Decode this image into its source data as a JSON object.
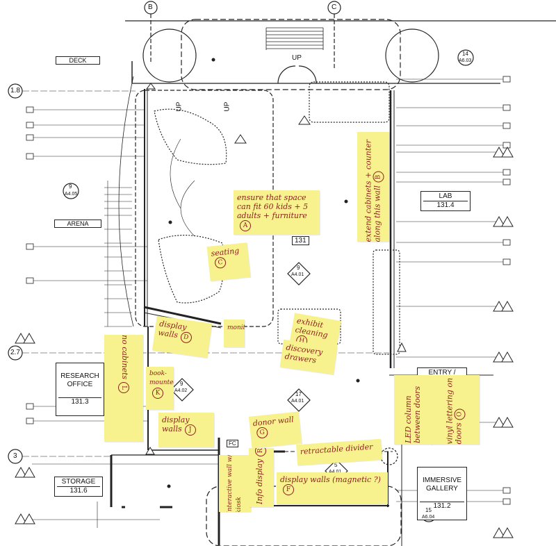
{
  "labels": {
    "deck": "DECK",
    "up_main": "UP",
    "up_left": "UP",
    "up_right": "UP",
    "arena": "ARENA",
    "room_131": "131",
    "grid_b": "B",
    "grid_c": "C",
    "grid_18": "1.8",
    "grid_27": "2.7",
    "grid_3": "3",
    "fc": "FC"
  },
  "room_tags": {
    "lab": {
      "name": "LAB",
      "number": "131.4"
    },
    "research": {
      "name": "RESEARCH\nOFFICE",
      "number": "131.3"
    },
    "storage": {
      "name": "STORAGE",
      "number": "131.6"
    },
    "immersive": {
      "name": "IMMERSIVE\nGALLERY",
      "number": "131.2"
    },
    "entry": {
      "name": "ENTRY /",
      "number": ""
    }
  },
  "elevation_refs": {
    "a_9_a405": {
      "top": "9",
      "bottom": "A4.05"
    },
    "a_14_a603": {
      "top": "14",
      "bottom": "A6.03"
    },
    "a_15_a604": {
      "top": "15",
      "bottom": "A6.04"
    },
    "sec_9_a401": {
      "top": "9",
      "bottom": "A4.01"
    },
    "sec_9_a402": {
      "top": "9",
      "bottom": "A4.02"
    },
    "sec_17_a401": {
      "top": "17",
      "bottom": "A4.01"
    },
    "sec_5_a401": {
      "top": "5",
      "bottom": "A4.01"
    }
  },
  "notes": {
    "a": {
      "text": "ensure that space can fit 60 kids + 5 adults + furniture",
      "letter": "A"
    },
    "b": {
      "text": "extend cabinets + counter along this wall",
      "letter": "B"
    },
    "c": {
      "text": "seating",
      "letter": "C"
    },
    "d": {
      "text": "display walls",
      "letter": "D"
    },
    "e": {
      "text": "monitor",
      "letter": ""
    },
    "h": {
      "text": "exhibit cleaning",
      "letter": "H"
    },
    "i": {
      "text": "discovery drawers",
      "letter": ""
    },
    "l": {
      "text": "no cabinets",
      "letter": "L"
    },
    "k": {
      "text": "book-mounted",
      "letter": "K"
    },
    "j": {
      "text": "display walls",
      "letter": "J"
    },
    "g": {
      "text": "donor wall",
      "letter": "G"
    },
    "retract": {
      "text": "retractable divider",
      "letter": ""
    },
    "n": {
      "text": "LED column between doors",
      "letter": ""
    },
    "o": {
      "text": "vinyl lettering on doors",
      "letter": "O"
    },
    "f": {
      "text": "display walls (magnetic ?)",
      "letter": "F"
    },
    "q": {
      "text": "interactive wall w/ kiosk",
      "letter": ""
    },
    "r": {
      "text": "Info display",
      "letter": "R"
    }
  },
  "colors": {
    "line": "#1a1a1a",
    "sticky": "#f7f28d",
    "ink": "#8c1d1d"
  }
}
